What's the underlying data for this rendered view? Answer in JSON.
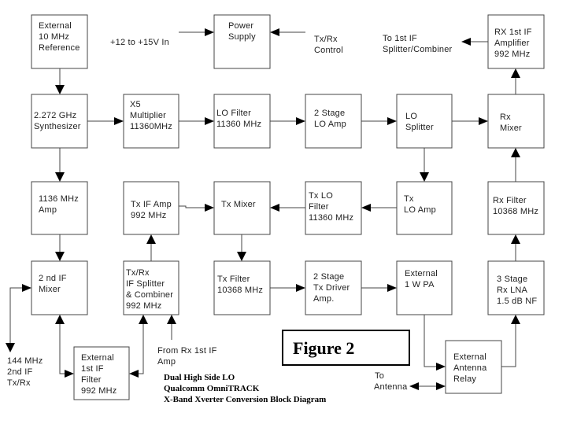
{
  "blocks": {
    "ext_ref": [
      "External",
      "10 MHz",
      "Reference"
    ],
    "power": [
      "Power",
      "Supply"
    ],
    "rx_if_amp": [
      "RX 1st IF",
      "Amplifier",
      "992 MHz"
    ],
    "synth": [
      "2.272 GHz",
      "Synthesizer"
    ],
    "x5": [
      "X5",
      "Multiplier",
      "11360MHz"
    ],
    "lo_filter": [
      "LO Filter",
      "11360 MHz"
    ],
    "lo_amp": [
      "2 Stage",
      "LO Amp"
    ],
    "lo_splitter": [
      "LO",
      "Splitter"
    ],
    "rx_mixer": [
      "Rx",
      "Mixer"
    ],
    "amp1136": [
      "1136 MHz",
      "Amp"
    ],
    "tx_if_amp": [
      "Tx IF Amp",
      "992 MHz"
    ],
    "tx_mixer": [
      "Tx Mixer"
    ],
    "tx_lo_filter": [
      "Tx LO",
      "Filter",
      "11360 MHz"
    ],
    "tx_lo_amp": [
      "Tx",
      "LO Amp"
    ],
    "rx_filter": [
      "Rx Filter",
      "10368 MHz"
    ],
    "if2_mixer": [
      "2 nd IF",
      "Mixer"
    ],
    "splitter": [
      "Tx/Rx",
      "IF Splitter",
      "& Combiner",
      "992 MHz"
    ],
    "tx_filter": [
      "Tx Filter",
      "10368 MHz"
    ],
    "tx_driver": [
      "2 Stage",
      "Tx Driver",
      "Amp."
    ],
    "pa": [
      "External",
      "1 W PA"
    ],
    "lna": [
      "3 Stage",
      "Rx LNA",
      "1.5 dB NF"
    ],
    "if1_filter": [
      "External",
      "1st IF",
      "Filter",
      "992 MHz"
    ],
    "relay": [
      "External",
      "Antenna",
      "Relay"
    ]
  },
  "labels": {
    "power_in": "+12 to +15V In",
    "txrx_control": [
      "Tx/Rx",
      "Control"
    ],
    "to_splitter": [
      "To 1st IF",
      "Splitter/Combiner"
    ],
    "if2_port": [
      "144 MHz",
      "2nd IF",
      "Tx/Rx"
    ],
    "from_rx_if": [
      "From Rx 1st IF",
      "Amp"
    ],
    "to_antenna": [
      "To",
      "Antenna"
    ]
  },
  "figure_label": "Figure 2",
  "caption": [
    "Dual High Side LO",
    "Qualcomm OmniTRACK",
    "X-Band Xverter Conversion Block Diagram"
  ]
}
